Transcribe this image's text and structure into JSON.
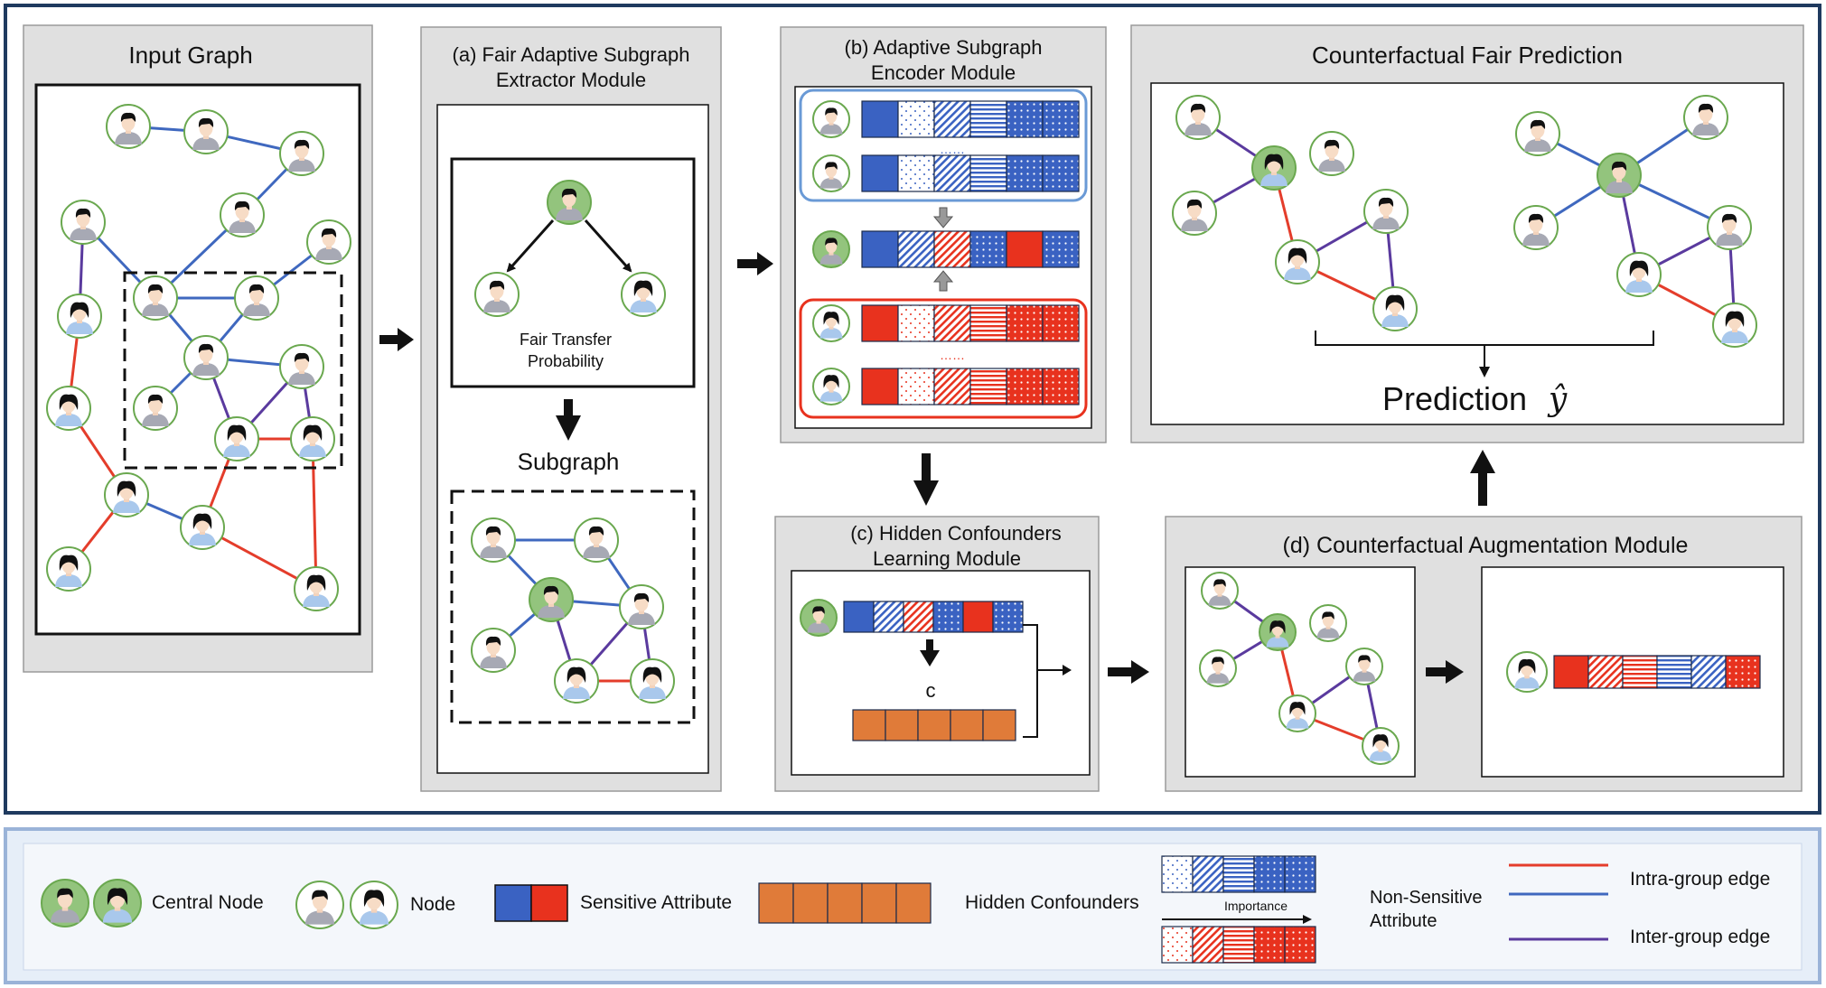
{
  "colors": {
    "panel_gray": "#e0e0e0",
    "frame_border": "#1f3a5f",
    "legend_bg": "#e6eef8",
    "legend_border": "#9ab3d8",
    "blue": "#3a62c2",
    "red": "#e8321e",
    "orange": "#e07b39",
    "edge_blue": "#3f68bf",
    "edge_red": "#e43d2b",
    "edge_purple": "#5a3a9e",
    "encoder_blue_box": "#6a9ad6",
    "encoder_red_box": "#e8321e",
    "central_node_fill": "#93c47d"
  },
  "titles": {
    "input_graph": "Input Graph",
    "extractor_line1": "(a) Fair Adaptive Subgraph",
    "extractor_line2": "Extractor Module",
    "fair_transfer_line1": "Fair Transfer",
    "fair_transfer_line2": "Probability",
    "subgraph": "Subgraph",
    "encoder_line1": "(b) Adaptive Subgraph",
    "encoder_line2": "Encoder Module",
    "confounders_line1": "(c) Hidden Confounders",
    "confounders_line2": "Learning Module",
    "confounder_symbol": "c",
    "augmentation": "(d) Counterfactual Augmentation Module",
    "prediction_title": "Counterfactual Fair Prediction",
    "prediction_label": "Prediction",
    "prediction_symbol": "ŷ",
    "ellipsis": "……"
  },
  "legend": {
    "central_node": "Central Node",
    "node": "Node",
    "sensitive_attribute": "Sensitive Attribute",
    "hidden_confounders": "Hidden Confounders",
    "importance": "Importance",
    "non_sensitive_line1": "Non-Sensitive",
    "non_sensitive_line2": "Attribute",
    "intra_group_edge": "Intra-group edge",
    "inter_group_edge": "Inter-group edge"
  },
  "icons": {
    "node": "person-avatar-icon",
    "central_node": "central-person-avatar-icon",
    "flow_arrow": "arrow-right-icon",
    "down_arrow": "arrow-down-icon",
    "up_arrow": "arrow-up-icon"
  }
}
